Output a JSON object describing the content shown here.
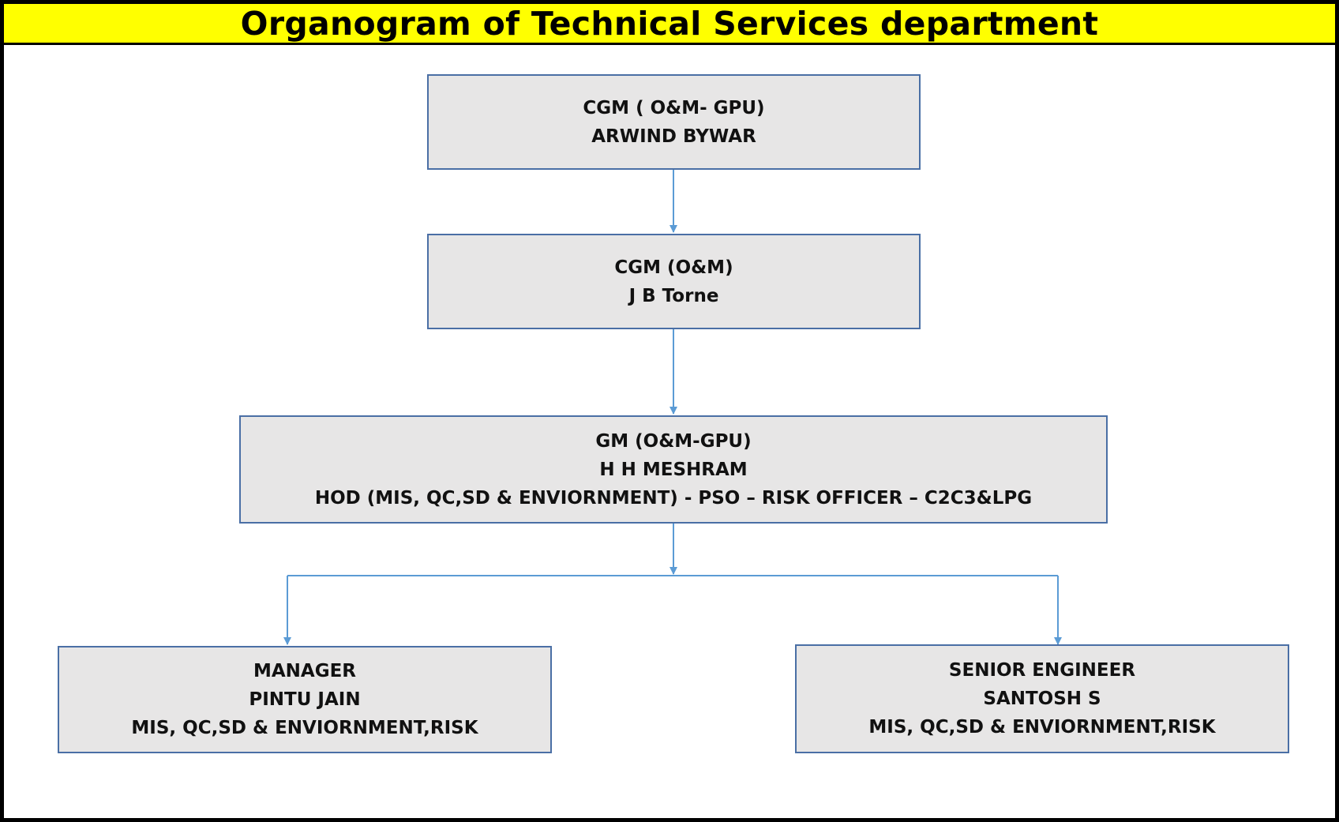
{
  "title": "Organogram of Technical Services department",
  "colors": {
    "title_background": "#ffff00",
    "box_fill": "#e7e6e6",
    "box_border": "#4a6fa5",
    "connector": "#5b9bd5"
  },
  "nodes": {
    "cgm_om_gpu": {
      "lines": [
        "CGM ( O&M- GPU)",
        "ARWIND BYWAR"
      ]
    },
    "cgm_om": {
      "lines": [
        "CGM (O&M)",
        "J B Torne"
      ]
    },
    "gm_om_gpu": {
      "lines": [
        "GM (O&M-GPU)",
        "H H MESHRAM",
        "HOD (MIS, QC,SD & ENVIORNMENT) - PSO – RISK OFFICER – C2C3&LPG"
      ]
    },
    "manager": {
      "lines": [
        "MANAGER",
        "PINTU JAIN",
        "MIS, QC,SD & ENVIORNMENT,RISK"
      ]
    },
    "senior_engineer": {
      "lines": [
        "SENIOR ENGINEER",
        "SANTOSH S",
        "MIS, QC,SD & ENVIORNMENT,RISK"
      ]
    }
  }
}
